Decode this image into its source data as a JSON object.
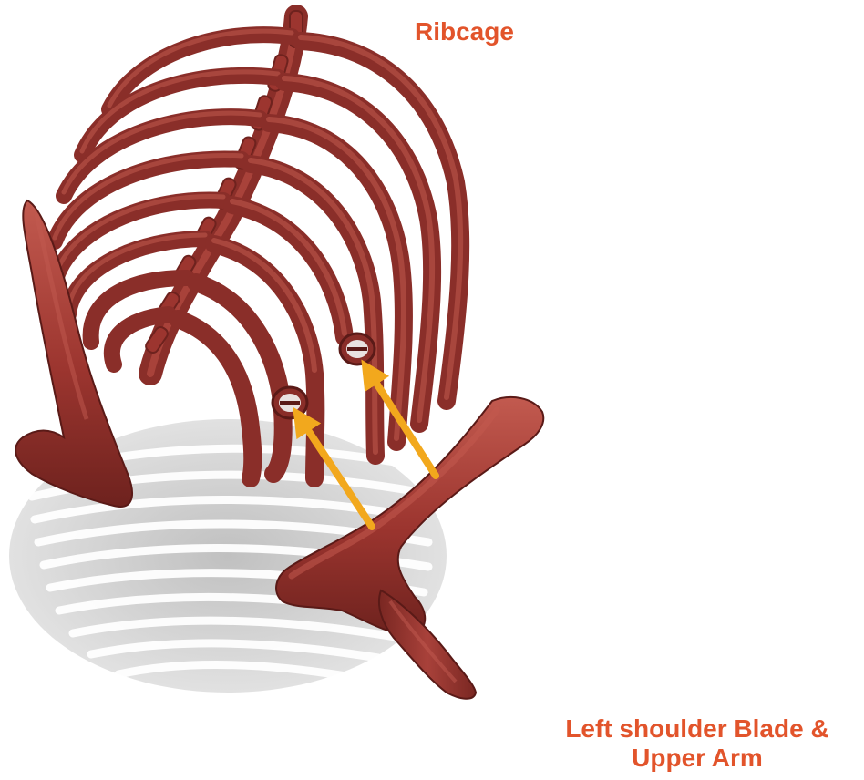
{
  "labels": {
    "ribcage": "Ribcage",
    "shoulder_line1": "Left shoulder Blade &",
    "shoulder_line2": "Upper Arm"
  },
  "colors": {
    "bone": "#9c352f",
    "bone_dark": "#6e221e",
    "bone_light": "#c25a4f",
    "shadow": "#c8c8c8",
    "arrow": "#f2a81d",
    "label": "#e2542b"
  }
}
